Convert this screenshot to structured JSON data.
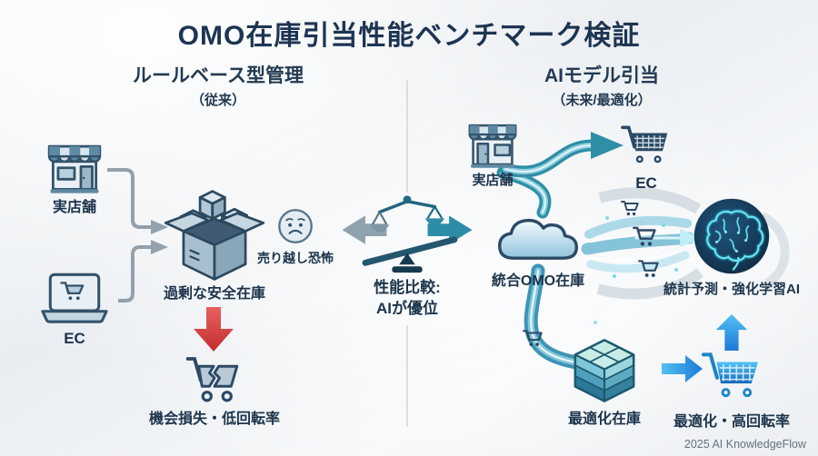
{
  "title": "OMO在庫引当性能ベンチマーク検証",
  "footer": "2025 AI KnowledgeFlow",
  "left_section": {
    "heading": "ルールベース型管理",
    "subheading": "（従来）",
    "nodes": {
      "store": "実店舗",
      "ec": "EC",
      "overstock": "過剰な安全在庫",
      "fear": "売り越し恐怖",
      "result": "機会損失・低回転率"
    }
  },
  "center": {
    "caption_line1": "性能比較:",
    "caption_line2": "AIが優位"
  },
  "right_section": {
    "heading": "AIモデル引当",
    "subheading": "（未来/最適化）",
    "nodes": {
      "store": "実店舗",
      "ec": "EC",
      "cloud": "統合OMO在庫",
      "ai": "統計予測・強化学習AI",
      "inventory": "最適化在庫",
      "result": "最適化・高回転率"
    }
  },
  "colors": {
    "title_text": "#1d3552",
    "icon_navy": "#2c4a66",
    "accent_teal": "#2d8da6",
    "accent_blue": "#2196f3",
    "warning_red": "#c93434",
    "connector_gray": "#93a1ac"
  }
}
